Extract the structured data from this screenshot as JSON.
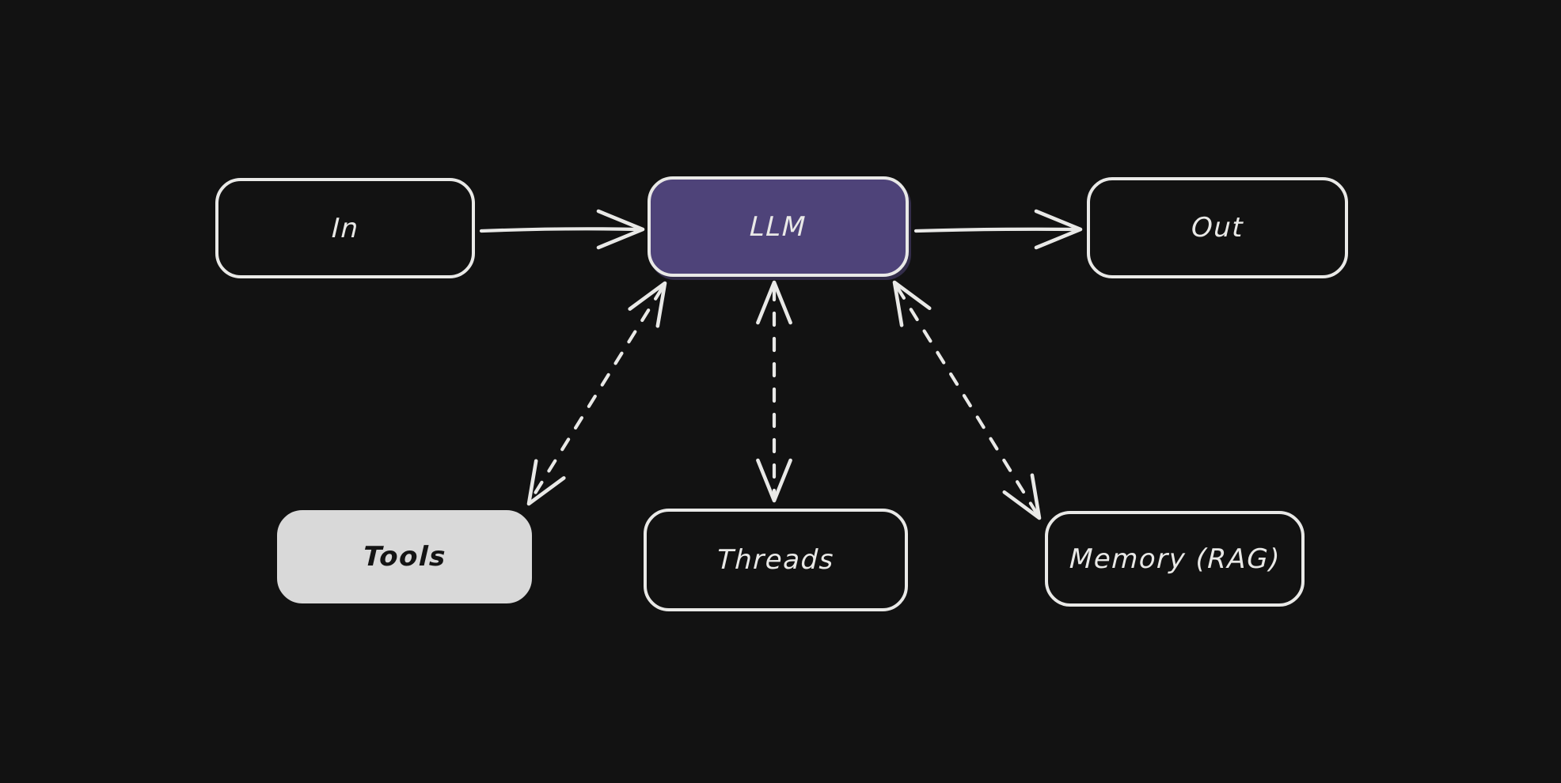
{
  "diagram": {
    "background_color": "#121212",
    "stroke_color": "#e9e9e7",
    "nodes": {
      "in": {
        "label": "In"
      },
      "llm": {
        "label": "LLM",
        "fill": "#4e4379"
      },
      "out": {
        "label": "Out"
      },
      "tools": {
        "label": "Tools",
        "fill": "#d9d9d9",
        "text_color": "#141414"
      },
      "threads": {
        "label": "Threads"
      },
      "memory": {
        "label": "Memory (RAG)"
      }
    },
    "edges": [
      {
        "from": "In",
        "to": "LLM",
        "line": "solid",
        "arrows": "forward"
      },
      {
        "from": "LLM",
        "to": "Out",
        "line": "solid",
        "arrows": "forward"
      },
      {
        "from": "LLM",
        "to": "Tools",
        "line": "dashed",
        "arrows": "both"
      },
      {
        "from": "LLM",
        "to": "Threads",
        "line": "dashed",
        "arrows": "both"
      },
      {
        "from": "LLM",
        "to": "Memory (RAG)",
        "line": "dashed",
        "arrows": "both"
      }
    ]
  }
}
